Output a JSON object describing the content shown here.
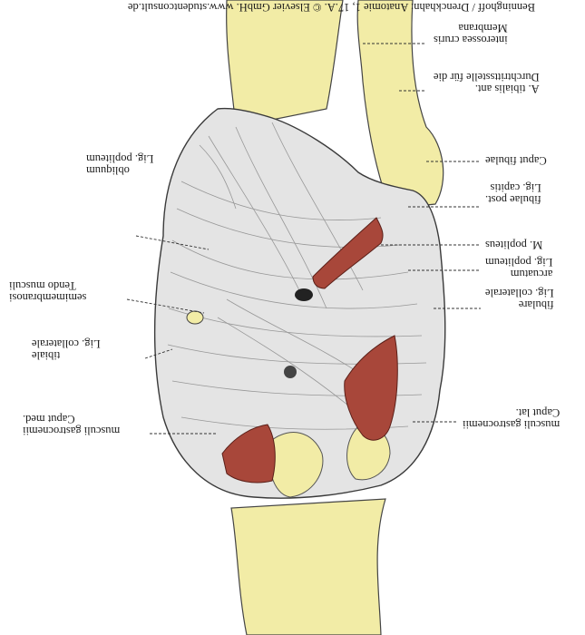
{
  "credit": "Benninghoff / Drenckhahn: Anatomie 1, 17.A. © Elsevier GmbH. www.studentconsult.de",
  "labels_right": [
    {
      "lines": [
        "Membrana",
        "interossea cruris"
      ]
    },
    {
      "lines": [
        "Durchtrittsstelle für die",
        "A. tibialis ant."
      ]
    },
    {
      "lines": [
        "Caput fibulae"
      ]
    },
    {
      "lines": [
        "Lig. capitis",
        "fibulae post."
      ]
    },
    {
      "lines": [
        "M. popliteus"
      ]
    },
    {
      "lines": [
        "Lig. popliteum",
        "arcuatum"
      ]
    },
    {
      "lines": [
        "Lig. collaterale",
        "fibulare"
      ]
    },
    {
      "lines": [
        "Caput lat.",
        "musculi gastrocnemii"
      ]
    }
  ],
  "labels_left": [
    {
      "lines": [
        "Lig. popliteum",
        "obliquum"
      ]
    },
    {
      "lines": [
        "Tendo musculi",
        "semimembranosi"
      ]
    },
    {
      "lines": [
        "Lig. collaterale",
        "tibiale"
      ]
    },
    {
      "lines": [
        "Caput med.",
        "musculi gastrocnemii"
      ]
    }
  ],
  "colors": {
    "bone": "#f2eca6",
    "muscle": "#a8473a",
    "ligament": "#e9e9e9",
    "line": "#333333"
  }
}
